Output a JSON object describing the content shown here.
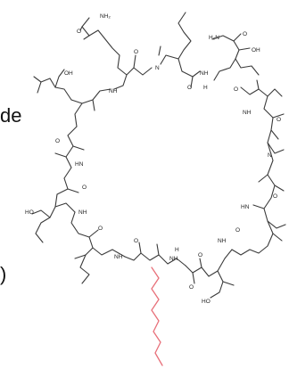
{
  "captions": {
    "top": "de",
    "bottom": ")"
  },
  "labels": {
    "nh2_top": "NH₂",
    "h2n_right": "H₂N",
    "oh_left": "OH",
    "oh_right": "OH",
    "oh_bottom": "HO",
    "ho_left": "HO",
    "n_methyl": "N",
    "nh_1": "NH",
    "nh_2": "NH",
    "nh_3": "NH",
    "nh_4": "NH",
    "nh_5": "NH",
    "nh_6": "NH",
    "nh_7": "HN",
    "nh_8": "HN",
    "nh_9": "NH",
    "h_1": "H",
    "h_2": "H",
    "n_ring": "N",
    "o_1": "O",
    "o_2": "O",
    "o_3": "O",
    "o_4": "O",
    "o_5": "O",
    "o_6": "O",
    "o_7": "O",
    "o_8": "O",
    "o_9": "O",
    "o_10": "O",
    "o_11": "O",
    "o_12": "O",
    "o_13": "O",
    "o_14": "O"
  },
  "colors": {
    "bond": "#3a3a3a",
    "lipid_chain": "#e8707a",
    "text": "#111111"
  }
}
